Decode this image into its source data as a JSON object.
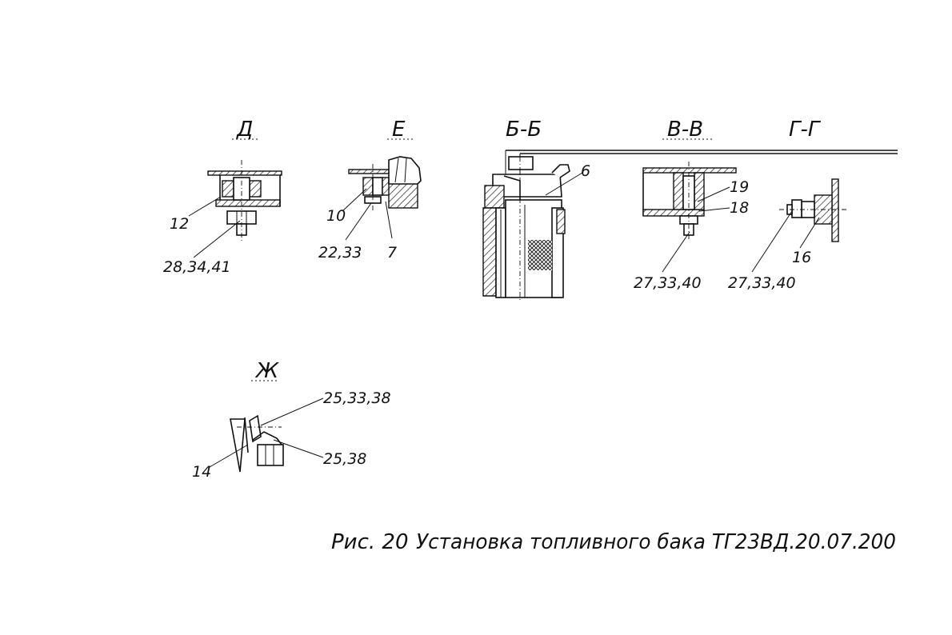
{
  "views": {
    "d": {
      "title": "Д"
    },
    "e": {
      "title": "Е"
    },
    "bb": {
      "title": "Б-Б"
    },
    "vv": {
      "title": "В-В"
    },
    "gg": {
      "title": "Г-Г"
    },
    "zh": {
      "title": "Ж"
    }
  },
  "callouts": {
    "c12": "12",
    "c283441": "28,34,41",
    "c10": "10",
    "c2233": "22,33",
    "c7": "7",
    "c6": "6",
    "c19": "19",
    "c18": "18",
    "c273340a": "27,33,40",
    "c273340b": "27,33,40",
    "c16": "16",
    "c253338": "25,33,38",
    "c2538": "25,38",
    "c14": "14"
  },
  "caption": {
    "figure": "Рис. 20",
    "text": "Установка топливного бака ТГ23ВД.20.07.200"
  }
}
